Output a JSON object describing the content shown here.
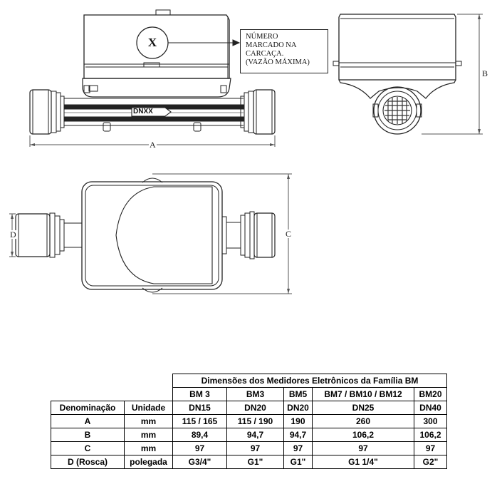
{
  "drawing": {
    "callout_lines": [
      "NÚMERO",
      "MARCADO NA",
      "CARCAÇA.",
      "(VAZÃO MÁXIMA)"
    ],
    "marker_label": "X",
    "device_label": "DNXX",
    "dimension_labels": {
      "a": "A",
      "b": "B",
      "c": "C",
      "d": "D"
    }
  },
  "table": {
    "title": "Dimensões dos Medidores Eletrônicos da Família BM",
    "models": [
      "BM 3",
      "BM3",
      "BM5",
      "BM7 / BM10 / BM12",
      "BM20"
    ],
    "header": {
      "name": "Denominação",
      "unit": "Unidade",
      "sizes": [
        "DN15",
        "DN20",
        "DN20",
        "DN25",
        "DN40"
      ]
    },
    "rows": [
      {
        "name": "A",
        "unit": "mm",
        "values": [
          "115 / 165",
          "115 / 190",
          "190",
          "260",
          "300"
        ]
      },
      {
        "name": "B",
        "unit": "mm",
        "values": [
          "89,4",
          "94,7",
          "94,7",
          "106,2",
          "106,2"
        ]
      },
      {
        "name": "C",
        "unit": "mm",
        "values": [
          "97",
          "97",
          "97",
          "97",
          "97"
        ]
      },
      {
        "name": "D (Rosca)",
        "unit": "polegada",
        "values": [
          "G3/4\"",
          "G1\"",
          "G1\"",
          "G1 1/4\"",
          "G2\""
        ]
      }
    ]
  }
}
